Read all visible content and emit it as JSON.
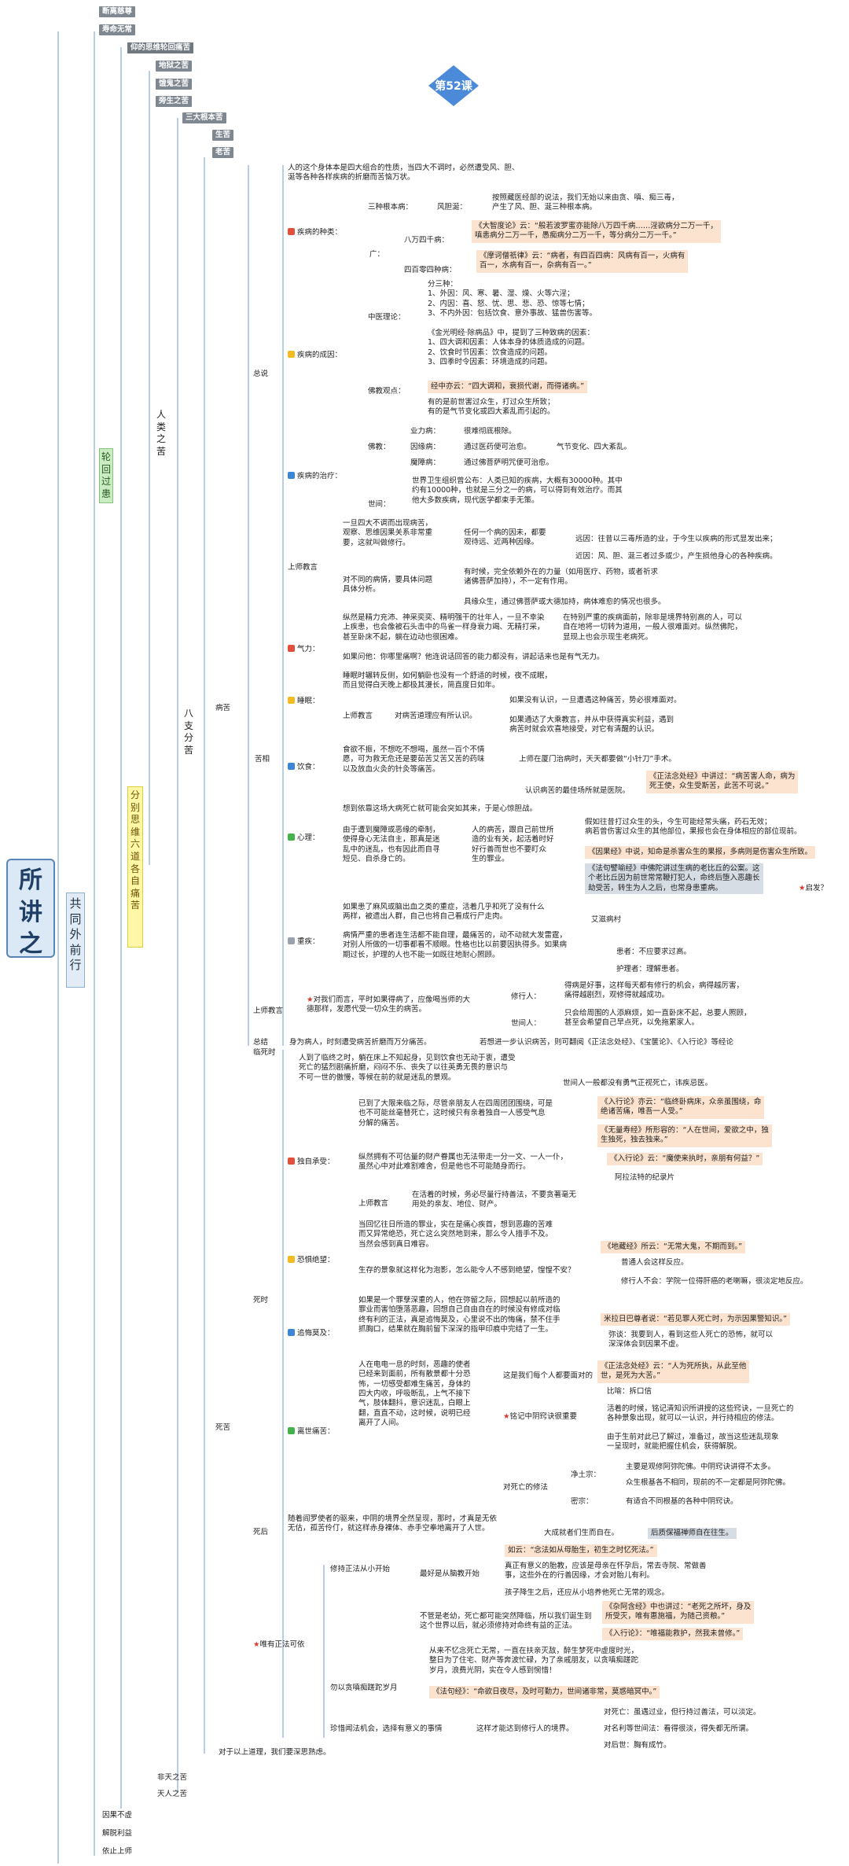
{
  "title": {
    "lesson": "第52课"
  },
  "root": {
    "label": "所讲之法"
  },
  "colors": {
    "red": "#e0503c",
    "yellow": "#f2bb22",
    "blue": "#3b86d6",
    "green": "#44b24a",
    "gray": "#9aa3ab",
    "peach": "#fbe3cf"
  },
  "icons": {
    "badge": "square-badge",
    "star": "star-icon"
  },
  "top": [
    "断离慈尊",
    "寿命无常",
    "仰的思维轮回痛苦",
    "地狱之苦",
    "饿鬼之苦",
    "旁生之苦",
    "三大根本苦",
    "生苦",
    "老苦"
  ],
  "vert": {
    "lunhui": "轮回过患",
    "fenbie": "分别思维六道各自痛苦",
    "gongtong": "共同外前行",
    "renlei": "人类之苦",
    "bazhi": "八支分苦"
  },
  "sect": {
    "zongshuo": "总说",
    "bingku": "病苦",
    "kuxiang": "苦相",
    "sishi": "死时",
    "siku": "死苦",
    "sihou": "死后",
    "weiyou": "唯有正法可依",
    "linsi": "临死时",
    "shangshi": "上师教言",
    "zongjie": "总结",
    "fein": "非天之苦",
    "tianren": "天人之苦",
    "yinguo": "因果不虚",
    "jietuo": "解脱利益",
    "yizhi": "依止上师"
  },
  "zs": {
    "intro": "人的这个身体本是四大组合的性质，当四大不调时，必然遭受风、胆、\n涎等各种各样疾病的折磨而苦恼万状。",
    "zhonglei": "疾病的种类：",
    "sanzhong": "三种根本病：",
    "fengdan": "风胆涎：",
    "fengdan_d": "按照藏医经部的说法，我们无始以来由贪、嗔、痴三毒，\n产生了风、胆、涎三种根本病。",
    "guang": "广：",
    "bawan": "八万四千病：",
    "bawan_d": "《大智度论》云：“般若波罗蜜亦能除八万四千病……淫欲病分二万一千，\n嗔恚病分二万一千，愚痴病分二万一千，等分病分二万一千。”",
    "sibai": "四百零四种病：",
    "sibai_d": "《摩诃僧祇律》云：“病者，有四百四病：风病有百一，火病有\n百一，水病有百一，杂病有百一。”",
    "chengyin": "疾病的成因：",
    "zhongyi": "中医理论：",
    "zhongyi_d": "分三种：\n1、外因：风、寒、暑、湿、燥、火等六淫；\n2、内因：喜、怒、忧、思、悲、恐、惊等七情；\n3、不内外因：包括饮食、意外事故、猛兽伤害等。",
    "fojiao": "佛教观点：",
    "fojiao_d1": "《金光明经·除病品》中，提到了三种致病的因素：\n1、四大调和因素：人体本身的体质造成的问题。\n2、饮食时节因素：饮食造成的问题。\n3、四季时令因素：环境造成的问题。",
    "fojiao_d2": "经中亦云：“四大调和，衰损代谢，而得诸病。”",
    "fojiao_d3": "有的是前世害过众生，打过众生所致；\n有的是气节变化或四大紊乱而引起的。",
    "zhiliao": "疾病的治疗：",
    "fojiao2": "佛教：",
    "yeli": "业力病：",
    "yeli_d": "很难彻底根除。",
    "yinyuan": "因缘病：",
    "yinyuan_d": "通过医药便可治愈。",
    "qijie": "气节变化、四大紊乱。",
    "mozhang": "魔障病：",
    "mozhang_d": "通过佛菩萨明咒便可治愈。",
    "shijian": "世间：",
    "shijian_d": "世界卫生组织曾公布：人类已知的疾病，大概有30000种。其中\n约有10000种，也就是三分之一的病，可以得到有效治疗。而其\n他大多数疾病，现代医学都束手无策。",
    "ss_a": "一旦四大不调而出现病苦，\n观察、思维因果关系非常重\n要，这就叫做修行。",
    "ss_b": "任何一个病的因未，都要\n观待远、近两种因缘。",
    "ss_c": "远因：往昔以三毒所造的业，于今生以疾病的形式显发出来；",
    "ss_d": "近因：风、胆、涎三者过多或少，产生损他身心的各种疾病。",
    "ss_e": "对不同的病情，要具体问题\n具体分析。",
    "ss_f": "有时候，完全依赖外在的力量（如用医疗、药物，或者祈求\n诸佛菩萨加持），不一定有作用。",
    "ss_g": "具缘众生，通过佛菩萨或大德加持，病体难愈的情况也很多。"
  },
  "ky": {
    "qili": "气力：",
    "qili_a": "纵然是精力充沛、神采奕奕、精明强干的壮年人，一旦不幸染\n上疾患，也会像被石头击中的鸟雀一样身衰力竭、无精打采，\n甚至卧床不起，躺在边动也很困难。",
    "qili_b": "在特别严重的疾病面前，除非是境界特别高的人，可以\n自在地将一切转为道用，一般人很难面对。纵然佛陀，\n显现上也会示现生老病死。",
    "qili_c": "如果问他：你哪里痛啊？他连说话回答的能力都没有，讲起话来也是有气无力。",
    "shuimian": "睡眠：",
    "sm_a": "睡眠时辗转反侧，如何躺卧也没有一个舒适的时候，夜不成眠，\n而且觉得白天晚上都极其漫长，简直度日如年。",
    "sm_b": "上师教言",
    "sm_c": "对病苦道理应有所认识。",
    "sm_d": "如果没有认识，一旦遭遇这种痛苦，势必很难面对。",
    "sm_e": "如果通达了大乘教言，并从中获得真实利益，遇到\n病苦时就会欢喜地接受，对它有清醒的认识。",
    "yinshi": "饮食：",
    "ys_a": "食欲不振，不想吃不想喝，虽然一百个不情\n愿，可为救无危还是要茹苦艾苦又苦的药味\n以及放血火灸的针灸等痛苦。",
    "ys_b": "上师在厦门治病时，天天都要做“小针刀”手术。",
    "ys_c": "认识病苦的最佳场所就是医院。",
    "ys_d": "《正法念处经》中讲过：“病苦害人命，病为\n死王使，众生受斯苦，此苦不可说。”",
    "xinli": "心理：",
    "xl_a": "想到依靠这场大病死亡就可能会突如其来，于是心惊胆战。",
    "xl_b": "由于遭到魔障或恶缘的牵制，\n使得身心无法自主，那真是迷\n乱中的迷乱，也有因此而自寻\n短见、自杀身亡的。",
    "xl_c": "人的病苦，跟自己前世所\n造的业有关，起活着时好\n好行善而世也不要盯众\n生的罪业。",
    "xl_d": "假如往昔打过众生的头，今生可能经常头痛，药石无效；\n病若曾伤害过众生的其他部位，果报也会在身体相应的部位现前。",
    "xl_e": "《因果经》中说，知命是杀害众生的果报，多病则是伤害众生所致。",
    "xl_f": "《法句譬喻经》中佛陀讲过生病的老比丘的公案。这\n个老比丘因为前世常常鞭打犯人，命终后堕入恶趣长\n劫受苦，转生为人之后，也常身患重病。",
    "xl_g": "启发？",
    "zhongbing": "重疾：",
    "zb_a": "如果患了麻风或脑出血之类的重症，活着几乎和死了没有什么\n两样，被遗出人群，自己也将自己看成行尸走肉。",
    "zb_b": "艾滋病村",
    "zb_c": "病情严重的患者连生活都不能自理，最痛苦的，动不动就大发雷霆，\n对别人所做的一切事都看不顺眼。性格也比以前要因执得多。如果病\n期过长，护理的人也不能一如既往地耐心照顾。",
    "zb_d": "患者：不应要求过高。",
    "zb_e": "护理者：理解患者。",
    "ss2_a": "对我们而言，平时如果得病了，应像喝当师的大\n德那样，发愿代受一切众生的病苦。",
    "ss2_b": "修行人：",
    "ss2_c": "得病是好事，这样每天都有修行的机会，病得越厉害，\n痛得越剧烈，观修得就越成功。",
    "ss2_d": "世间人：",
    "ss2_e": "只会给周围的人添麻烦，如一直卧床不起，总要人照顾，\n甚至会希望自己早点死，以免拖累家人。",
    "zj_a": "身为病人，时刻遭受病苦折磨而万分痛苦。",
    "zj_b": "若想进一步认识病苦，则可翻阅《正法念处经》、《宝箧论》、《入行论》等经论"
  },
  "sk": {
    "ls_a": "人到了临终之时，躺在床上不知起身，见到饮食也无动于衷，遭受\n死亡的猛烈剧痛折磨，闷闷不乐、丧失了以往英勇无畏的意识与\n不可一世的傲慢，等候在前的就是迷乱的景观。",
    "ls_b": "世间人一般都没有勇气正视死亡，讳疾忌医。",
    "duzi": "独自承受：",
    "dz_a": "已到了大限来临之际，尽管亲朋友人在四周团团围绕，可是\n也不可能丝毫替死亡，这时候只有亲着独自一人感受气息\n分解的痛苦。",
    "dz_b": "《入行论》亦云：“临终卧病床，众亲虽围绕，命\n绝诸苦痛，唯吾一人受。”",
    "dz_c": "《无量寿经》所形容的：“人在世间，爱欲之中，独\n生独死，独去独来。”",
    "dz_d": "纵然拥有不可估量的财产眷属也无法带走一分一文、一人一仆，\n虽然心中对此难割难舍，但是他也不可能随身而行。",
    "dz_e": "《入行论》云：“魔使来执时，亲朋有何益？”",
    "dz_f": "阿拉法特的纪录片",
    "dz_g": "在活着的时候，务必尽量行持善法，不要贪著毫无\n用处的亲友、地位、财产。",
    "kongju": "恐惧绝望：",
    "kj_a": "当回忆往日所造的罪业，实在是痛心疾首，想到恶趣的苦难\n而又异常绝恐，死亡这么突然地到来，那么令人措手不及。\n当然会感到真日难容。",
    "kj_b": "《地藏经》所云：“无常大鬼，不期而到。”",
    "kj_c": "生存的景象就这样化为泡影，怎么能令人不感到绝望，惶惶不安？",
    "kj_d": "普通人会这样反应。",
    "kj_e": "修行人不会：学院一位得肝癌的老喇嘛，很淡定地反应。",
    "zhuihui": "追悔莫及：",
    "zh_a": "如果是一个罪孽深重的人，他在弥留之际，回想起以前所造的\n罪业而害怕堕落恶趣，回想自己自由自在的时候没有修成对临\n终有利的正法，真是追悔莫及，心里说不出的悔痛，禁不住手\n抓胸口，结果就在胸前留下深深的指甲印痕中完结了一生。",
    "zh_b": "米拉日巴尊者说：“若见罪人死亡时，为示因果警知识。”",
    "zh_c": "弥谈：我要到人，看到这些人死亡的恐怖，就可以\n深深体会到因果不虚。",
    "lishi": "离世痛苦：",
    "ls2_a": "人在电电一息的时刻，恶趣的使者\n已经来到面前，所有散景都十分恐\n怖，一切感受都难生痛苦，身体的\n四大内收，呼吸断乱，上气不接下\n气，肢体翻抖，意识迷乱，白眼上\n翻，直直不动，这时候，说明已经\n离开了人间。",
    "ls2_b": "这是我们每个人都要面对的",
    "ls2_c": "《正法念处经》云：“人为死所执，从此至他\n世，是死为大苦。”",
    "ls2_d": "比喻：拆口信",
    "ls2_e": "铭记中阴窍诀很重要",
    "ls2_f": "活着的时候，铭记清知识所讲授的这些窍诀，一旦死亡的\n各种景象出现，就可以一认识，并行持相应的修法。",
    "ls2_g": "由于生前对此已了解过，准备过，故当这些迷乱现象\n一呈现时，就能把握住机会，获得解脱。",
    "ls2_h": "对死亡的修法",
    "ls2_i": "净土宗：",
    "ls2_j": "主要是观修阿弥陀佛。中阴窍诀讲得不太多。",
    "ls2_k": "众生根基各不相同，现前的不一定都是阿弥陀佛。",
    "ls2_l": "密宗：",
    "ls2_m": "有适合不同根基的各种中阴窍诀。",
    "sh_a": "随着阎罗使者的驱来，中阴的境界全然呈现，那时，才真是无依\n无估，孤苦伶仃，就这样赤身裸体、赤手空拳地离开了人世。",
    "sh_b": "大成就者们生而自在。",
    "sh_c": "后质保福禅师自在往生。",
    "wy_a": "修持正法从小开始",
    "wy_b": "最好是从脑教开始",
    "wy_c": "如云：“念法如从母胎生，初生之时忆死法。”",
    "wy_d": "真正有意义的胎教，应该是母亲在怀孕后，常去寺院、常做善\n事，这些外在的行善因缘，才会对胎儿有利。",
    "wy_e": "孩子降生之后，还应从小培养他死亡无常的观念。",
    "wy_f": "不管是老幼，死亡都可能突然降临，所以我们诞生到\n这个世界以后，就必须修持对命终有益的正法。",
    "wy_g": "《杂阿含经》中也讲过：“老死之所坏，身及\n所受灭，唯有惠施福，为随己资粮。”",
    "wy_h": "《入行论》：“唯福能救护，然我未曾修。”",
    "wy_i": "勿以贪嗔痴蹉跎岁月",
    "wy_j": "从来不忆念死亡无常，一直在扶亲灭敌，醉生梦死中虚度时光，\n整日为了住宅、财产等奔波忙碌，为了亲戚朋友，以贪嗔痴蹉跎\n岁月，浪费光阴，实在令人感到惋惜！",
    "wy_k": "《法句经》：“命欲日夜尽，及时可勤力，世间诸非常，莫惑暗冥中。”",
    "wy_l": "珍惜闻法机会，选择有意义的事情",
    "wy_m": "这样才能达到修行人的境界。",
    "wy_n": "对死亡：虽遇过业，但行持过善法，可以淡定。",
    "wy_o": "对名利等世间法：看得很淡，得失都无所谓。",
    "wy_p": "对后世：胸有成竹。",
    "final": "对于以上道理，我们要深思熟虑。"
  }
}
